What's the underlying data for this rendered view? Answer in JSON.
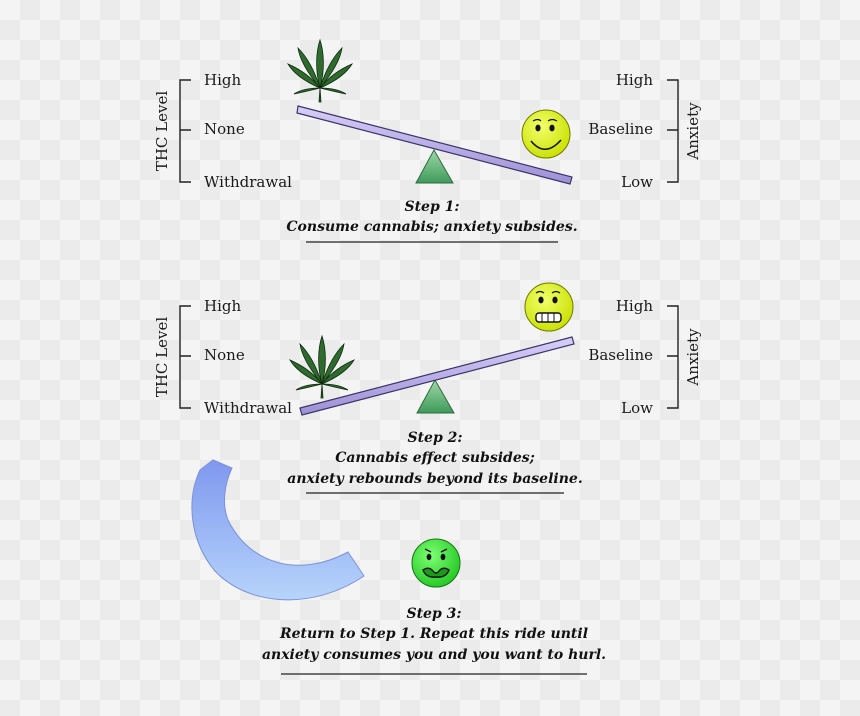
{
  "panel1": {
    "thc_axis_title": "THC Level",
    "thc_levels": [
      "High",
      "None",
      "Withdrawal"
    ],
    "anxiety_axis_title": "Anxiety",
    "anxiety_levels": [
      "High",
      "Baseline",
      "Low"
    ],
    "caption_title": "Step 1:",
    "caption_text": "Consume cannabis; anxiety subsides."
  },
  "panel2": {
    "thc_axis_title": "THC Level",
    "thc_levels": [
      "High",
      "None",
      "Withdrawal"
    ],
    "anxiety_axis_title": "Anxiety",
    "anxiety_levels": [
      "High",
      "Baseline",
      "Low"
    ],
    "caption_title": "Step 2:",
    "caption_line1": "Cannabis effect subsides;",
    "caption_line2": "anxiety rebounds beyond its baseline."
  },
  "panel3": {
    "caption_title": "Step 3:",
    "caption_line1": "Return to Step 1. Repeat this ride until",
    "caption_line2": "anxiety consumes you and you want to hurl."
  },
  "colors": {
    "seesaw_beam": "#b6a8e8",
    "fulcrum": "#5cb27a",
    "leaf": "#2f6b2f",
    "face_yellow": "#ddf21a",
    "face_green": "#3ee23a",
    "arrow": "#8ea6f2"
  },
  "icons": [
    "cannabis-leaf-icon",
    "content-face-icon",
    "anxious-face-icon",
    "nauseous-face-icon",
    "cycle-arrow-icon"
  ]
}
